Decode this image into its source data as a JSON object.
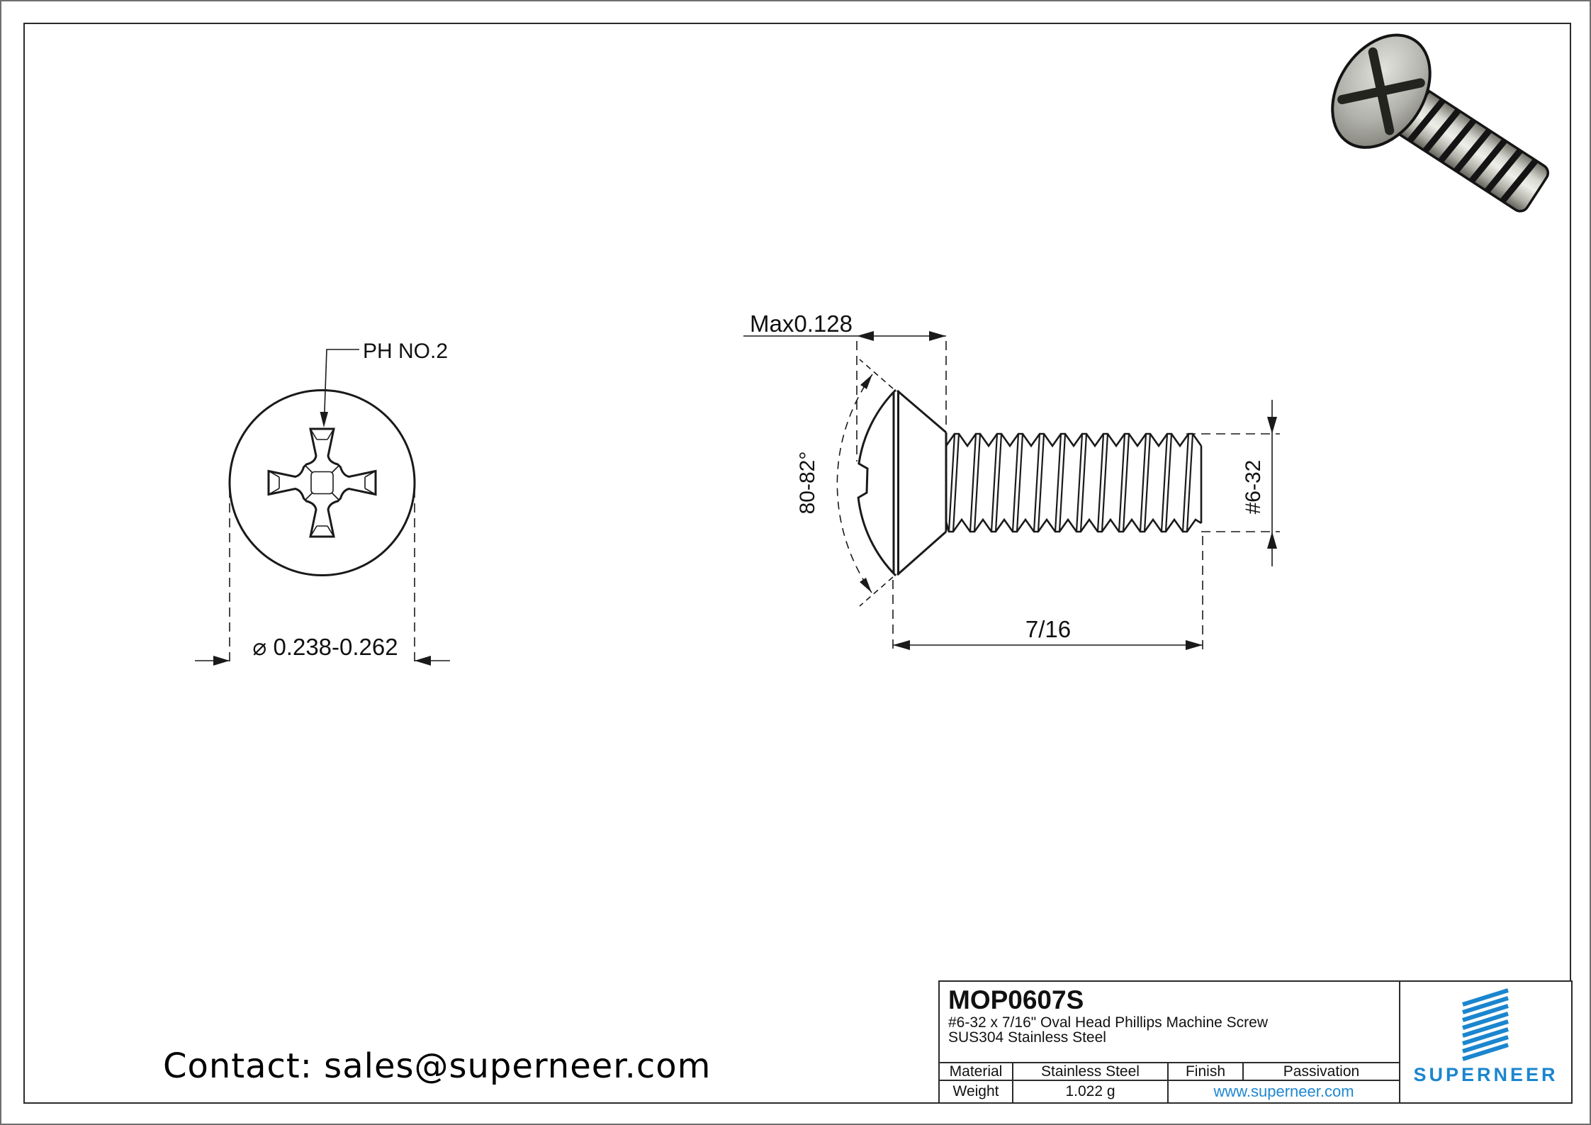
{
  "drawing": {
    "front_view": {
      "ph_label": "PH NO.2",
      "diameter_label": "⌀ 0.238-0.262"
    },
    "side_view": {
      "head_height_label": "Max0.128",
      "angle_label": "80-82°",
      "thread_size_label": "#6-32",
      "length_label": "7/16"
    }
  },
  "title_block": {
    "part_number": "MOP0607S",
    "description_line1": "#6-32 x 7/16\" Oval Head Phillips Machine Screw",
    "description_line2": "SUS304 Stainless Steel",
    "material_label": "Material",
    "material_value": "Stainless Steel",
    "finish_label": "Finish",
    "finish_value": "Passivation",
    "weight_label": "Weight",
    "weight_value": "1.022 g",
    "website": "www.superneer.com"
  },
  "branding": {
    "logo_text": "SUPERNEER"
  },
  "footer": {
    "contact": "Contact: sales@superneer.com"
  },
  "colors": {
    "link_blue": "#1e88d2",
    "logo_blue": "#1b86cf",
    "line_black": "#1a1a1a"
  }
}
